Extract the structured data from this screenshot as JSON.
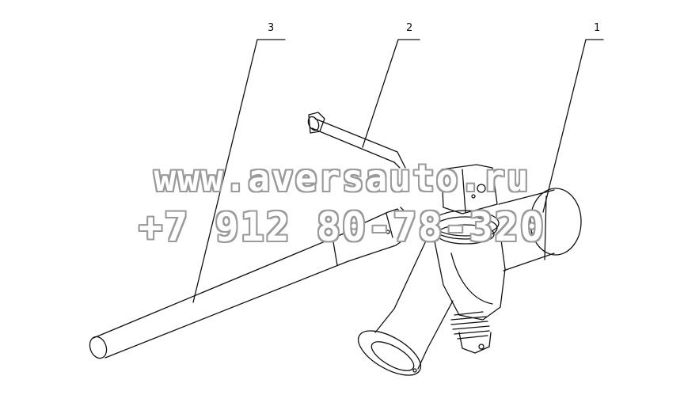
{
  "callouts": {
    "part_1": "1",
    "part_2": "2",
    "part_3": "3"
  },
  "watermark": {
    "line1": "www.aversauto.ru",
    "line2": "+7 912 80-78-320"
  },
  "colors": {
    "line": "#111111",
    "watermark_outline": "#9a9a9a",
    "background": "#ffffff"
  }
}
